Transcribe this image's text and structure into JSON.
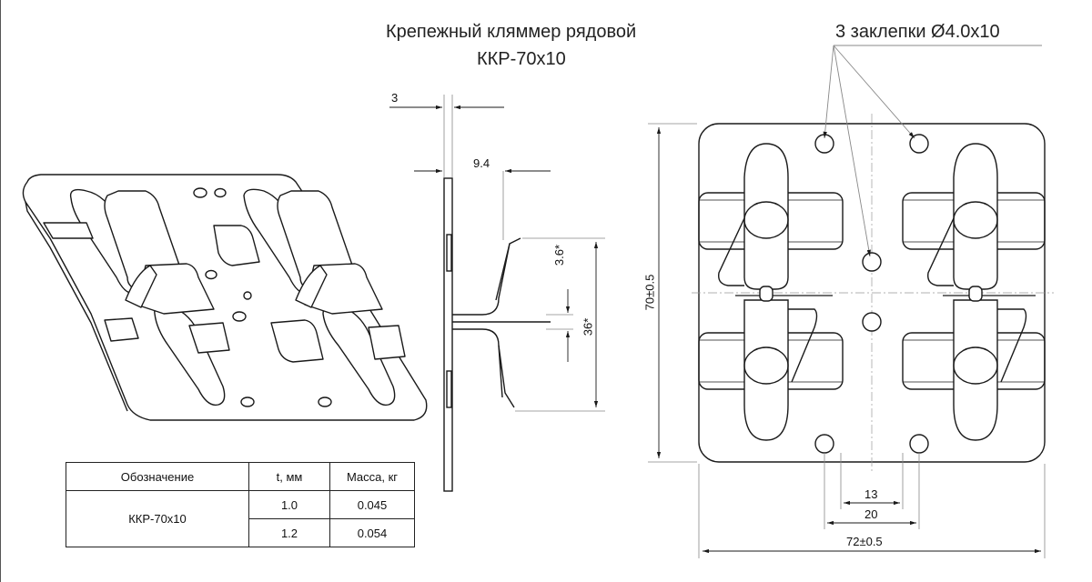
{
  "title": {
    "line1": "Крепежный кляммер рядовой",
    "line2": "ККР-70х10"
  },
  "rivets_label": "3 заклепки Ø4.0х10",
  "dimensions": {
    "thickness": "3",
    "offset": "9.4",
    "small_span": "3.6*",
    "large_span": "36*",
    "height": "70±0.5",
    "width": "72±0.5",
    "gap_inner": "13",
    "gap_outer": "20"
  },
  "spec_table": {
    "headers": [
      "Обозначение",
      "t, мм",
      "Масса, кг"
    ],
    "designation": "ККР-70х10",
    "rows": [
      {
        "t": "1.0",
        "mass": "0.045"
      },
      {
        "t": "1.2",
        "mass": "0.054"
      }
    ]
  },
  "colors": {
    "line": "#1a1a1a",
    "fill": "#ffffff",
    "leader": "#888888"
  }
}
